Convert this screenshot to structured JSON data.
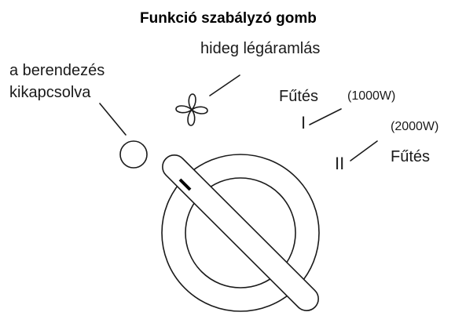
{
  "diagram": {
    "title": "Funkció szabályzó gomb",
    "positions": {
      "off": {
        "label_line1": "a berendezés",
        "label_line2": "kikapcsolva"
      },
      "fan": {
        "label": "hideg légáramlás"
      },
      "heat1": {
        "symbol": "I",
        "label": "Fűtés",
        "power": "(1000W)"
      },
      "heat2": {
        "symbol": "II",
        "label": "Fűtés",
        "power": "(2000W)"
      }
    },
    "stroke_color": "#1a1a1a",
    "icons": [
      "circle-icon",
      "fan-icon",
      "knob-icon"
    ]
  }
}
